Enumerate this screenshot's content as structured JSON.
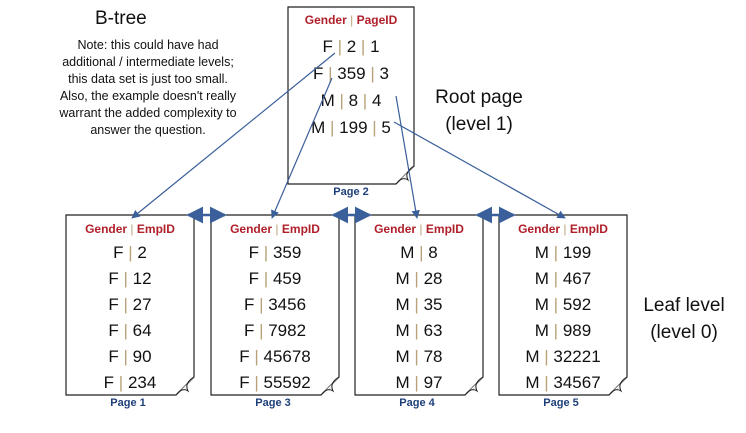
{
  "title": "B-tree",
  "note_lines": [
    "Note: this could have had",
    "additional / intermediate levels;",
    "this data set is just too small.",
    "Also, the example doesn't really",
    "warrant the added complexity to",
    "answer the question."
  ],
  "root_label": [
    "Root page",
    "(level 1)"
  ],
  "leaf_label": [
    "Leaf level",
    "(level 0)"
  ],
  "colors": {
    "header": "#b0202a",
    "separator": "#b8a27a",
    "arrow": "#3a5f9a",
    "caption": "#1f3f7a"
  },
  "root_page": {
    "caption": "Page 2",
    "header": [
      "Gender",
      "PageID"
    ],
    "rows": [
      [
        "F",
        "2",
        "1"
      ],
      [
        "F",
        "359",
        "3"
      ],
      [
        "M",
        "8",
        "4"
      ],
      [
        "M",
        "199",
        "5"
      ]
    ]
  },
  "leaf_pages": [
    {
      "caption": "Page 1",
      "header": [
        "Gender",
        "EmpID"
      ],
      "rows": [
        [
          "F",
          "2"
        ],
        [
          "F",
          "12"
        ],
        [
          "F",
          "27"
        ],
        [
          "F",
          "64"
        ],
        [
          "F",
          "90"
        ],
        [
          "F",
          "234"
        ]
      ]
    },
    {
      "caption": "Page 3",
      "header": [
        "Gender",
        "EmpID"
      ],
      "rows": [
        [
          "F",
          "359"
        ],
        [
          "F",
          "459"
        ],
        [
          "F",
          "3456"
        ],
        [
          "F",
          "7982"
        ],
        [
          "F",
          "45678"
        ],
        [
          "F",
          "55592"
        ]
      ]
    },
    {
      "caption": "Page 4",
      "header": [
        "Gender",
        "EmpID"
      ],
      "rows": [
        [
          "M",
          "8"
        ],
        [
          "M",
          "28"
        ],
        [
          "M",
          "35"
        ],
        [
          "M",
          "63"
        ],
        [
          "M",
          "78"
        ],
        [
          "M",
          "97"
        ]
      ]
    },
    {
      "caption": "Page 5",
      "header": [
        "Gender",
        "EmpID"
      ],
      "rows": [
        [
          "M",
          "199"
        ],
        [
          "M",
          "467"
        ],
        [
          "M",
          "592"
        ],
        [
          "M",
          "989"
        ],
        [
          "M",
          "32221"
        ],
        [
          "M",
          "34567"
        ]
      ]
    }
  ]
}
